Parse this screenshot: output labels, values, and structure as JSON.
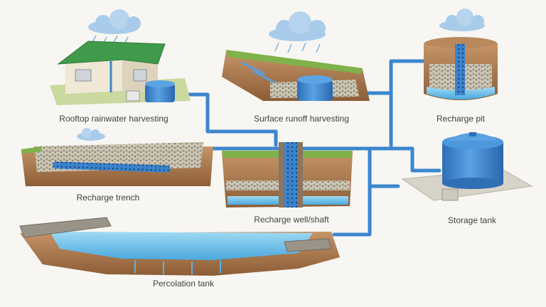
{
  "diagram": {
    "labels": {
      "rooftop": "Rooftop rainwater harvesting",
      "surface_runoff": "Surface runoff harvesting",
      "recharge_pit": "Recharge pit",
      "recharge_trench": "Recharge trench",
      "recharge_well": "Recharge well/shaft",
      "storage_tank": "Storage tank",
      "percolation_tank": "Percolation tank"
    },
    "colors": {
      "pipe": "#3b86cf",
      "water": "#6cc0e8",
      "tank": "#3a7fcb",
      "roof": "#3f9a4b",
      "soil": "#a8764a",
      "grass": "#7fb24a",
      "gravel": "#b9b3a4",
      "cloud": "#a9cbea"
    },
    "icons": [
      "cloud-icon",
      "rain-icon",
      "house-icon",
      "tank-icon",
      "pipe-icon",
      "well-icon"
    ]
  }
}
